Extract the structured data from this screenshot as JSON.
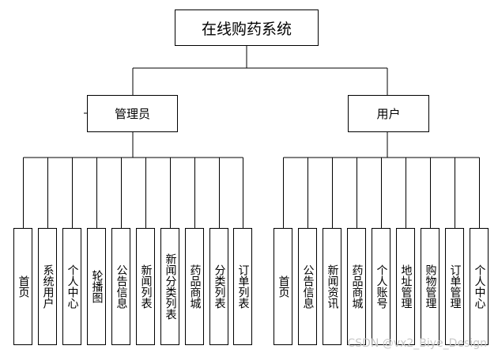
{
  "root": {
    "label": "在线购药系统"
  },
  "branches": [
    {
      "label": "管理员",
      "children": [
        "首页",
        "系统用户",
        "个人中心",
        "轮播图",
        "公告信息",
        "新闻列表",
        "新闻分类列表",
        "药品商城",
        "分类列表",
        "订单列表"
      ]
    },
    {
      "label": "用户",
      "children": [
        "首页",
        "公告信息",
        "新闻资讯",
        "药品商城",
        "个人账号",
        "地址管理",
        "购物管理",
        "订单管理",
        "个人中心"
      ]
    }
  ],
  "watermark": "CSDN @vx2_Biye_Design"
}
